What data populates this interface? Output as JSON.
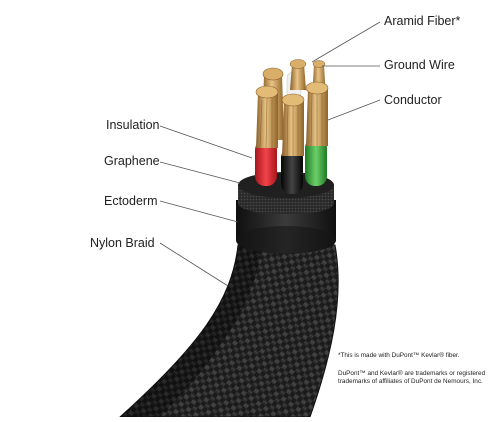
{
  "labels": {
    "aramid": "Aramid Fiber*",
    "ground": "Ground Wire",
    "conductor": "Conductor",
    "insulation": "Insulation",
    "graphene": "Graphene",
    "ectoderm": "Ectoderm",
    "nylon": "Nylon Braid"
  },
  "footnote": {
    "line1": "*This is made with DuPont™ Kevlar® fiber.",
    "line2": "DuPont™ and Kevlar® are trademarks or registered",
    "line3": "trademarks of affiliates of DuPont de Nemours, Inc."
  },
  "colors": {
    "braid": "#1a1a1a",
    "insulation_red": "#d8242b",
    "insulation_green": "#3aa43a",
    "insulation_black": "#151515",
    "insulation_white": "#eeeeee",
    "copper": "#c99a52",
    "leader_line": "#555555"
  }
}
